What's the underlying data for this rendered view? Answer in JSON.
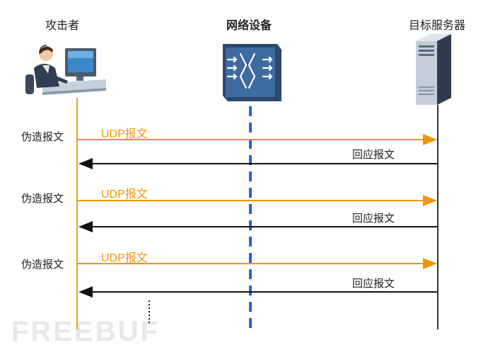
{
  "participants": {
    "attacker": "攻击者",
    "device": "网络设备",
    "server": "目标服务器"
  },
  "messages": [
    {
      "left_label": "伪造报文",
      "request": "UDP报文",
      "response": "回应报文"
    },
    {
      "left_label": "伪造报文",
      "request": "UDP报文",
      "response": "回应报文"
    },
    {
      "left_label": "伪造报文",
      "request": "UDP报文",
      "response": "回应报文"
    }
  ],
  "colors": {
    "request": "#f0960a",
    "response": "#111111",
    "device_line": "#2a62d8",
    "lifeline": "#f0a020"
  },
  "icons": {
    "attacker": "person-at-computer-icon",
    "device": "network-device-icon",
    "server": "server-tower-icon"
  },
  "watermark": "FREEBUF"
}
